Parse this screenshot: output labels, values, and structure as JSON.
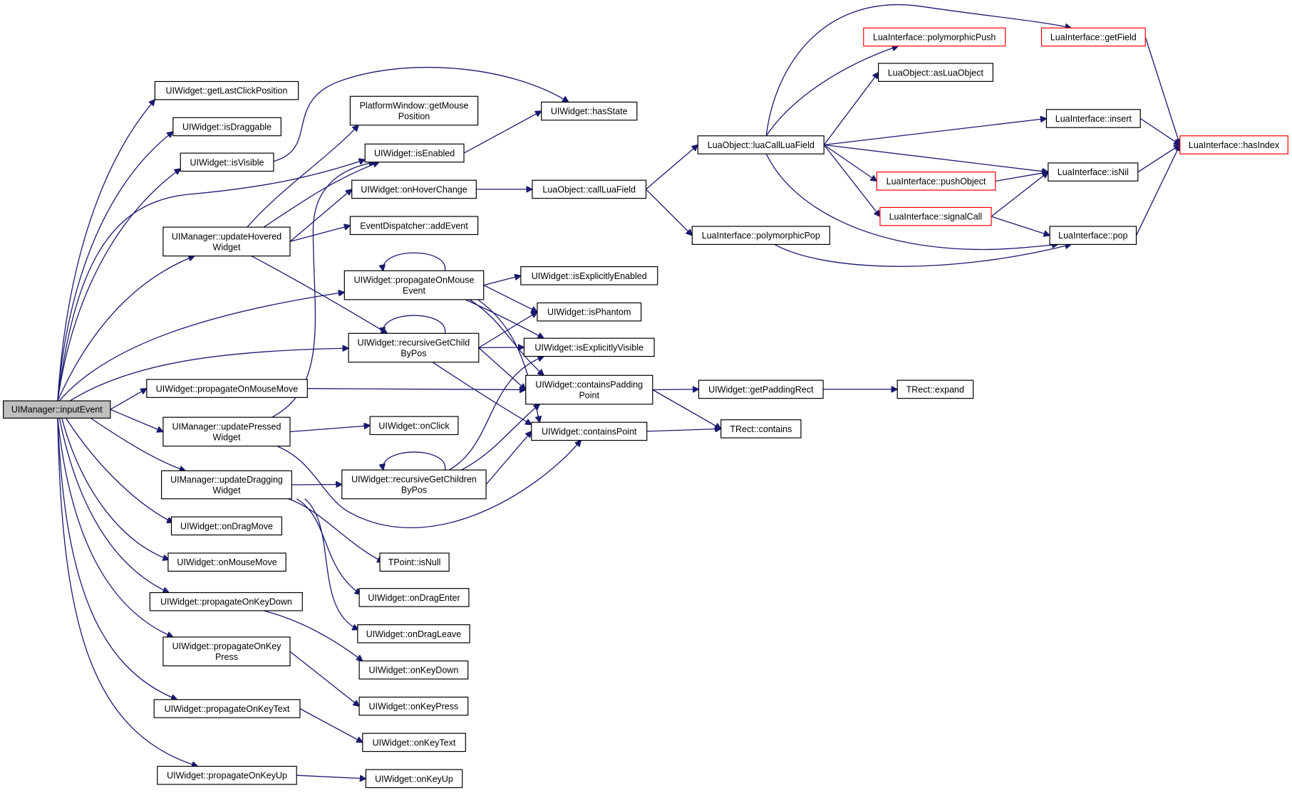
{
  "diagram": {
    "type": "call-graph",
    "colors": {
      "edge": "#191970",
      "node_border": "#000000",
      "truncated_border": "#ff0000",
      "root_fill": "#bfbfbf",
      "node_fill": "#ffffff"
    },
    "nodes": [
      {
        "id": "inputEvent",
        "lines": [
          "UIManager::inputEvent"
        ],
        "root": true
      },
      {
        "id": "getLastClickPosition",
        "lines": [
          "UIWidget::getLastClickPosition"
        ]
      },
      {
        "id": "isDraggable",
        "lines": [
          "UIWidget::isDraggable"
        ]
      },
      {
        "id": "isVisible",
        "lines": [
          "UIWidget::isVisible"
        ]
      },
      {
        "id": "updateHoveredWidget",
        "lines": [
          "UIManager::updateHovered",
          "Widget"
        ]
      },
      {
        "id": "propagateOnMouseMove",
        "lines": [
          "UIWidget::propagateOnMouseMove"
        ]
      },
      {
        "id": "updatePressedWidget",
        "lines": [
          "UIManager::updatePressed",
          "Widget"
        ]
      },
      {
        "id": "updateDraggingWidget",
        "lines": [
          "UIManager::updateDragging",
          "Widget"
        ]
      },
      {
        "id": "onDragMove",
        "lines": [
          "UIWidget::onDragMove"
        ]
      },
      {
        "id": "onMouseMove",
        "lines": [
          "UIWidget::onMouseMove"
        ]
      },
      {
        "id": "propagateOnKeyDown",
        "lines": [
          "UIWidget::propagateOnKeyDown"
        ]
      },
      {
        "id": "propagateOnKeyPress",
        "lines": [
          "UIWidget::propagateOnKey",
          "Press"
        ]
      },
      {
        "id": "propagateOnKeyText",
        "lines": [
          "UIWidget::propagateOnKeyText"
        ]
      },
      {
        "id": "propagateOnKeyUp",
        "lines": [
          "UIWidget::propagateOnKeyUp"
        ]
      },
      {
        "id": "getMousePosition",
        "lines": [
          "PlatformWindow::getMouse",
          "Position"
        ]
      },
      {
        "id": "isEnabled",
        "lines": [
          "UIWidget::isEnabled"
        ]
      },
      {
        "id": "onHoverChange",
        "lines": [
          "UIWidget::onHoverChange"
        ]
      },
      {
        "id": "addEvent",
        "lines": [
          "EventDispatcher::addEvent"
        ]
      },
      {
        "id": "propagateOnMouseEvent",
        "lines": [
          "UIWidget::propagateOnMouse",
          "Event"
        ]
      },
      {
        "id": "recursiveGetChildByPos",
        "lines": [
          "UIWidget::recursiveGetChild",
          "ByPos"
        ]
      },
      {
        "id": "onClick",
        "lines": [
          "UIWidget::onClick"
        ]
      },
      {
        "id": "recursiveGetChildrenByPos",
        "lines": [
          "UIWidget::recursiveGetChildren",
          "ByPos"
        ]
      },
      {
        "id": "isNull",
        "lines": [
          "TPoint::isNull"
        ]
      },
      {
        "id": "onDragEnter",
        "lines": [
          "UIWidget::onDragEnter"
        ]
      },
      {
        "id": "onDragLeave",
        "lines": [
          "UIWidget::onDragLeave"
        ]
      },
      {
        "id": "onKeyDown",
        "lines": [
          "UIWidget::onKeyDown"
        ]
      },
      {
        "id": "onKeyPress",
        "lines": [
          "UIWidget::onKeyPress"
        ]
      },
      {
        "id": "onKeyText",
        "lines": [
          "UIWidget::onKeyText"
        ]
      },
      {
        "id": "onKeyUp",
        "lines": [
          "UIWidget::onKeyUp"
        ]
      },
      {
        "id": "hasState",
        "lines": [
          "UIWidget::hasState"
        ]
      },
      {
        "id": "callLuaField",
        "lines": [
          "LuaObject::callLuaField"
        ]
      },
      {
        "id": "isExplicitlyEnabled",
        "lines": [
          "UIWidget::isExplicitlyEnabled"
        ]
      },
      {
        "id": "isPhantom",
        "lines": [
          "UIWidget::isPhantom"
        ]
      },
      {
        "id": "isExplicitlyVisible",
        "lines": [
          "UIWidget::isExplicitlyVisible"
        ]
      },
      {
        "id": "containsPaddingPoint",
        "lines": [
          "UIWidget::containsPadding",
          "Point"
        ]
      },
      {
        "id": "containsPoint",
        "lines": [
          "UIWidget::containsPoint"
        ]
      },
      {
        "id": "luaCallLuaField",
        "lines": [
          "LuaObject::luaCallLuaField"
        ]
      },
      {
        "id": "polymorphicPop",
        "lines": [
          "LuaInterface::polymorphicPop"
        ]
      },
      {
        "id": "getPaddingRect",
        "lines": [
          "UIWidget::getPaddingRect"
        ]
      },
      {
        "id": "contains",
        "lines": [
          "TRect::contains"
        ]
      },
      {
        "id": "expand",
        "lines": [
          "TRect::expand"
        ]
      },
      {
        "id": "polymorphicPush",
        "lines": [
          "LuaInterface::polymorphicPush"
        ],
        "truncated": true
      },
      {
        "id": "asLuaObject",
        "lines": [
          "LuaObject::asLuaObject"
        ]
      },
      {
        "id": "pushObject",
        "lines": [
          "LuaInterface::pushObject"
        ],
        "truncated": true
      },
      {
        "id": "signalCall",
        "lines": [
          "LuaInterface::signalCall"
        ],
        "truncated": true
      },
      {
        "id": "getField",
        "lines": [
          "LuaInterface::getField"
        ],
        "truncated": true
      },
      {
        "id": "insert",
        "lines": [
          "LuaInterface::insert"
        ]
      },
      {
        "id": "isNil",
        "lines": [
          "LuaInterface::isNil"
        ]
      },
      {
        "id": "pop",
        "lines": [
          "LuaInterface::pop"
        ]
      },
      {
        "id": "hasIndex",
        "lines": [
          "LuaInterface::hasIndex"
        ],
        "truncated": true
      }
    ],
    "edges": [
      [
        "inputEvent",
        "getLastClickPosition"
      ],
      [
        "inputEvent",
        "isDraggable"
      ],
      [
        "inputEvent",
        "isVisible"
      ],
      [
        "inputEvent",
        "isEnabled"
      ],
      [
        "inputEvent",
        "updateHoveredWidget"
      ],
      [
        "inputEvent",
        "propagateOnMouseEvent"
      ],
      [
        "inputEvent",
        "recursiveGetChildByPos"
      ],
      [
        "inputEvent",
        "propagateOnMouseMove"
      ],
      [
        "inputEvent",
        "updatePressedWidget"
      ],
      [
        "inputEvent",
        "updateDraggingWidget"
      ],
      [
        "inputEvent",
        "onDragMove"
      ],
      [
        "inputEvent",
        "onMouseMove"
      ],
      [
        "inputEvent",
        "propagateOnKeyDown"
      ],
      [
        "inputEvent",
        "propagateOnKeyPress"
      ],
      [
        "inputEvent",
        "propagateOnKeyText"
      ],
      [
        "inputEvent",
        "propagateOnKeyUp"
      ],
      [
        "isVisible",
        "hasState"
      ],
      [
        "updateHoveredWidget",
        "getMousePosition"
      ],
      [
        "updateHoveredWidget",
        "isEnabled"
      ],
      [
        "updateHoveredWidget",
        "onHoverChange"
      ],
      [
        "updateHoveredWidget",
        "addEvent"
      ],
      [
        "updateHoveredWidget",
        "recursiveGetChildByPos"
      ],
      [
        "isEnabled",
        "hasState"
      ],
      [
        "onHoverChange",
        "callLuaField"
      ],
      [
        "callLuaField",
        "luaCallLuaField"
      ],
      [
        "callLuaField",
        "polymorphicPop"
      ],
      [
        "propagateOnMouseEvent",
        "propagateOnMouseEvent"
      ],
      [
        "propagateOnMouseEvent",
        "isExplicitlyEnabled"
      ],
      [
        "propagateOnMouseEvent",
        "isPhantom"
      ],
      [
        "propagateOnMouseEvent",
        "isExplicitlyVisible"
      ],
      [
        "propagateOnMouseEvent",
        "containsPaddingPoint"
      ],
      [
        "propagateOnMouseEvent",
        "containsPoint"
      ],
      [
        "recursiveGetChildByPos",
        "recursiveGetChildByPos"
      ],
      [
        "recursiveGetChildByPos",
        "isPhantom"
      ],
      [
        "recursiveGetChildByPos",
        "isExplicitlyVisible"
      ],
      [
        "recursiveGetChildByPos",
        "containsPaddingPoint"
      ],
      [
        "recursiveGetChildByPos",
        "containsPoint"
      ],
      [
        "propagateOnMouseMove",
        "containsPaddingPoint"
      ],
      [
        "updatePressedWidget",
        "isEnabled"
      ],
      [
        "updatePressedWidget",
        "onClick"
      ],
      [
        "updatePressedWidget",
        "containsPoint"
      ],
      [
        "updateDraggingWidget",
        "recursiveGetChildrenByPos"
      ],
      [
        "updateDraggingWidget",
        "isNull"
      ],
      [
        "updateDraggingWidget",
        "onDragEnter"
      ],
      [
        "updateDraggingWidget",
        "onDragLeave"
      ],
      [
        "recursiveGetChildrenByPos",
        "recursiveGetChildrenByPos"
      ],
      [
        "recursiveGetChildrenByPos",
        "isExplicitlyVisible"
      ],
      [
        "recursiveGetChildrenByPos",
        "containsPaddingPoint"
      ],
      [
        "recursiveGetChildrenByPos",
        "containsPoint"
      ],
      [
        "propagateOnKeyDown",
        "onKeyDown"
      ],
      [
        "propagateOnKeyPress",
        "onKeyPress"
      ],
      [
        "propagateOnKeyText",
        "onKeyText"
      ],
      [
        "propagateOnKeyUp",
        "onKeyUp"
      ],
      [
        "containsPaddingPoint",
        "getPaddingRect"
      ],
      [
        "containsPaddingPoint",
        "contains"
      ],
      [
        "containsPoint",
        "contains"
      ],
      [
        "getPaddingRect",
        "expand"
      ],
      [
        "luaCallLuaField",
        "polymorphicPush"
      ],
      [
        "luaCallLuaField",
        "asLuaObject"
      ],
      [
        "luaCallLuaField",
        "getField"
      ],
      [
        "luaCallLuaField",
        "insert"
      ],
      [
        "luaCallLuaField",
        "isNil"
      ],
      [
        "luaCallLuaField",
        "pushObject"
      ],
      [
        "luaCallLuaField",
        "signalCall"
      ],
      [
        "luaCallLuaField",
        "pop"
      ],
      [
        "polymorphicPop",
        "pop"
      ],
      [
        "getField",
        "hasIndex"
      ],
      [
        "insert",
        "hasIndex"
      ],
      [
        "isNil",
        "hasIndex"
      ],
      [
        "pop",
        "hasIndex"
      ],
      [
        "pushObject",
        "isNil"
      ],
      [
        "signalCall",
        "isNil"
      ],
      [
        "signalCall",
        "pop"
      ]
    ]
  }
}
